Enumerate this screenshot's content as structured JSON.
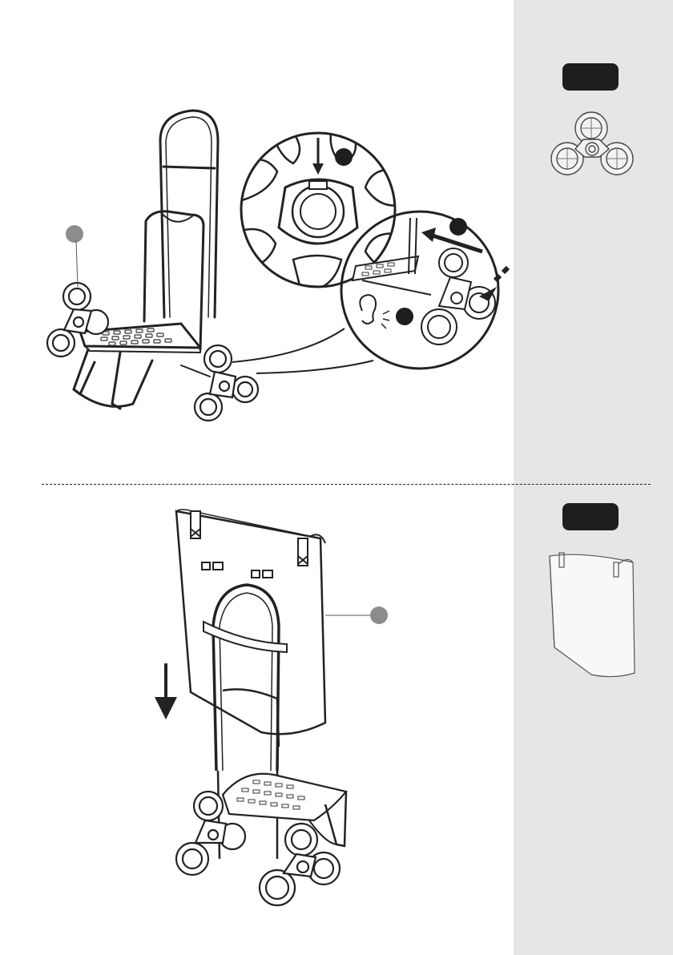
{
  "colors": {
    "sidebar_bg": "#e6e6e6",
    "badge_bg": "#1e1e1e",
    "callout_part": "#8c8c8c",
    "callout_step": "#1e1e1e",
    "line": "#222222"
  },
  "sections": [
    {
      "illustration": "trolley-frame-attach-wheel",
      "part_callouts": 1,
      "step_callouts": 3,
      "sidebar_icon": "three-wheel-cluster-icon"
    },
    {
      "illustration": "trolley-frame-attach-bag",
      "part_callouts": 1,
      "step_callouts": 0,
      "sidebar_icon": "shopping-bag-icon"
    }
  ]
}
